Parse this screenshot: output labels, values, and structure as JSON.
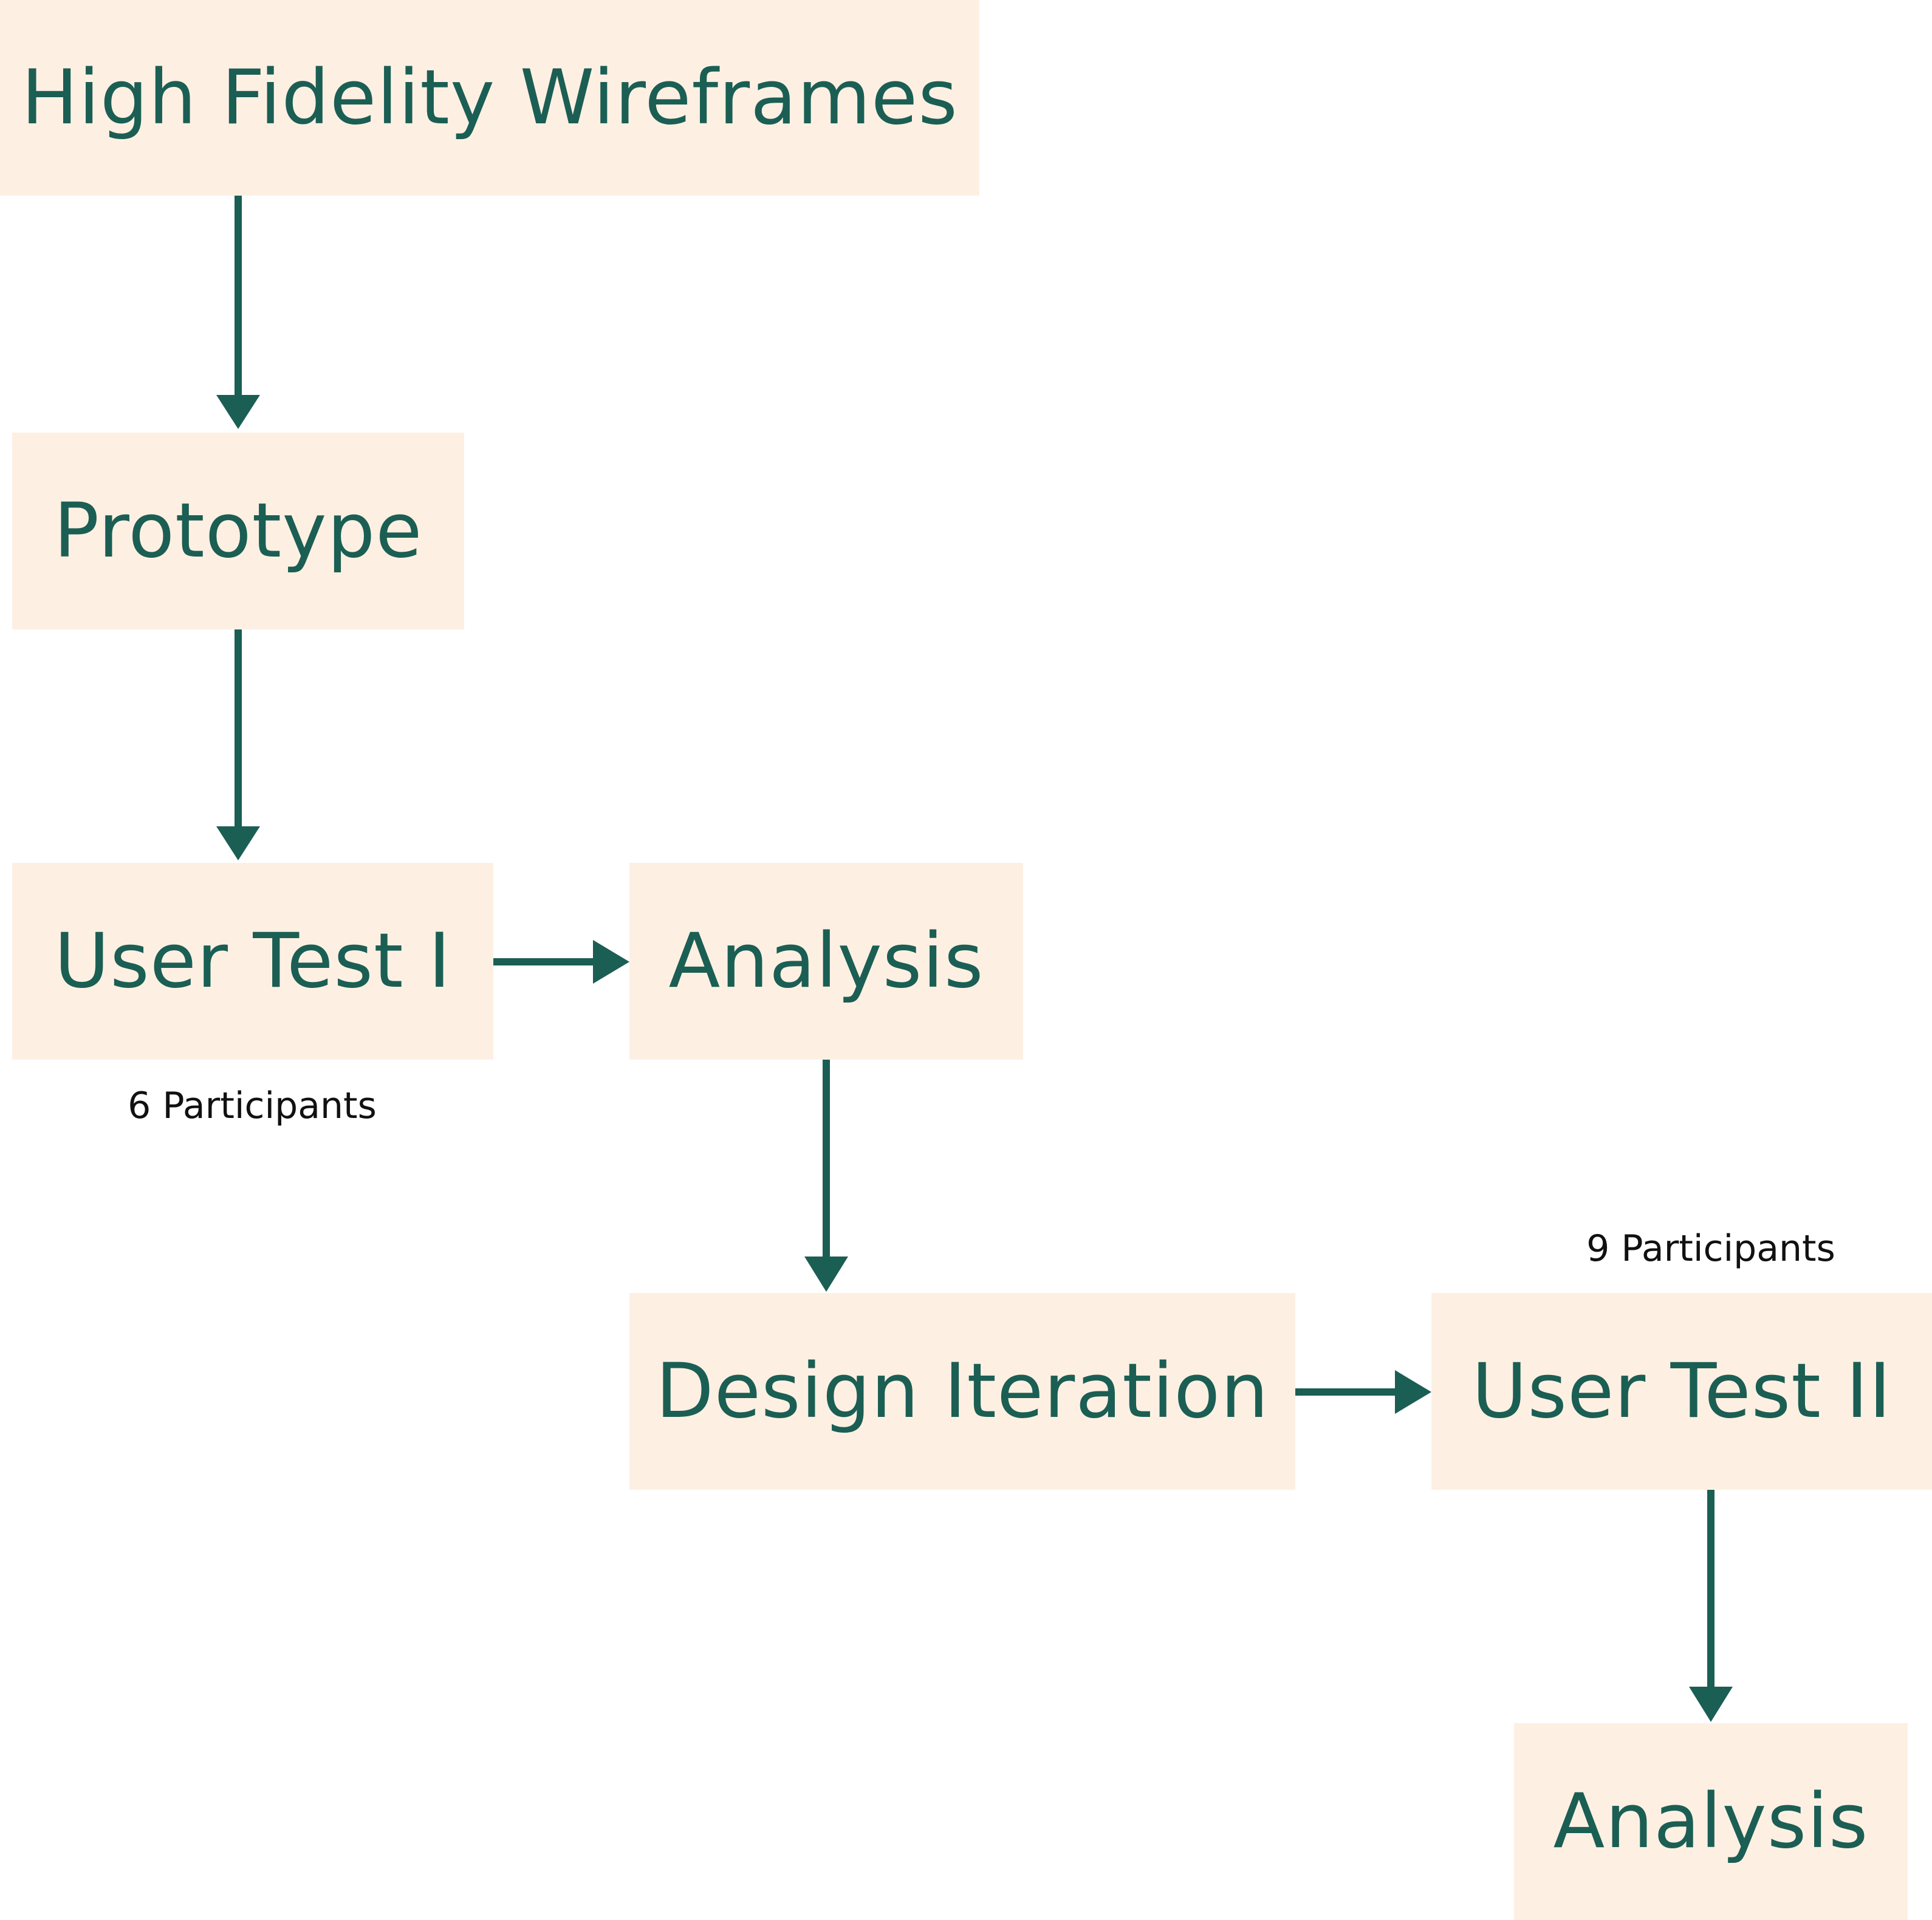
{
  "colors": {
    "node_fill": "#fdf0e2",
    "node_text": "#1b5e54",
    "arrow": "#1b5e54",
    "note_text": "#111111"
  },
  "nodes": {
    "hifi": "High Fidelity Wireframes",
    "prototype": "Prototype",
    "user_test_1": "User Test I",
    "analysis_1": "Analysis",
    "design_iteration": "Design Iteration",
    "user_test_2": "User Test II",
    "analysis_2": "Analysis"
  },
  "notes": {
    "user_test_1": "6 Participants",
    "user_test_2": "9 Participants"
  },
  "edges": [
    [
      "hifi",
      "prototype"
    ],
    [
      "prototype",
      "user_test_1"
    ],
    [
      "user_test_1",
      "analysis_1"
    ],
    [
      "analysis_1",
      "design_iteration"
    ],
    [
      "design_iteration",
      "user_test_2"
    ],
    [
      "user_test_2",
      "analysis_2"
    ]
  ]
}
